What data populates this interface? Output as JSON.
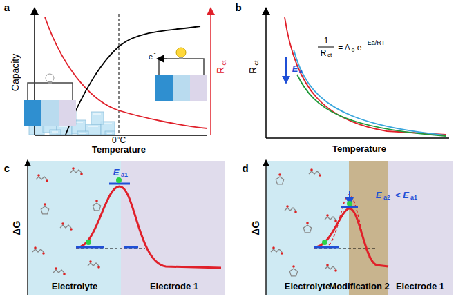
{
  "diagram": {
    "labels": [
      "a",
      "Capacity",
      "R",
      "ct",
      "0°C",
      "Temperature",
      "e",
      "-",
      "b",
      "R",
      "ct",
      "E",
      "a",
      "1",
      "R",
      "ct",
      "= A",
      "0",
      "e",
      "-Ea/RT",
      "Temperature",
      "c",
      "ΔG",
      "E",
      "a1",
      "Electrolyte",
      "Electrode 1",
      "d",
      "ΔG",
      "E",
      "a2",
      "< E",
      "a1",
      "Electrolyte",
      "Modification 2",
      "Electrode 1"
    ]
  }
}
